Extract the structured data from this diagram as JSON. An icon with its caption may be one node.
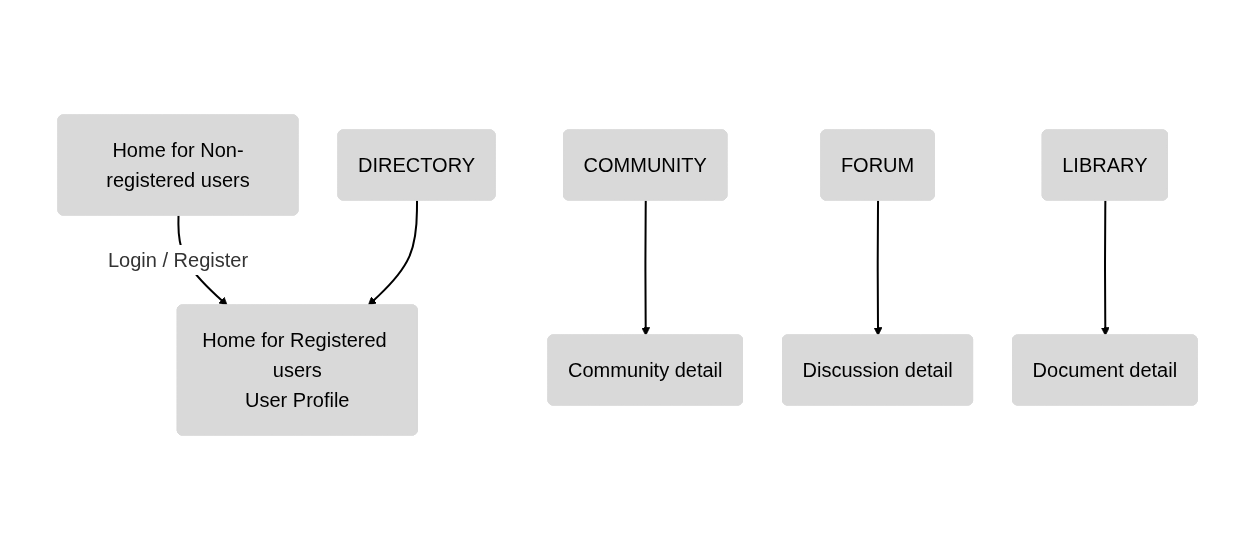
{
  "diagram": {
    "nodes": [
      {
        "text": [
          "Home for Non-registered users"
        ]
      },
      {
        "text": [
          "Home for Registered users",
          "User Profile"
        ]
      },
      {
        "text": [
          "COMMUNITY"
        ]
      },
      {
        "text": [
          "FORUM"
        ]
      },
      {
        "text": [
          "LIBRARY"
        ]
      },
      {
        "text": [
          "DIRECTORY"
        ]
      },
      {
        "text": [
          "Community detail"
        ]
      },
      {
        "text": [
          "Discussion detail"
        ]
      },
      {
        "text": [
          "Document detail"
        ]
      }
    ],
    "edges": [
      {
        "from": 0,
        "to": 1,
        "arrow": "to",
        "label": "Login / Register"
      },
      {
        "from": 2,
        "to": 6,
        "arrow": "to"
      },
      {
        "from": 3,
        "to": 7,
        "arrow": "to"
      },
      {
        "from": 4,
        "to": 8,
        "arrow": "to"
      },
      {
        "from": 5,
        "to": 1,
        "arrow": "to"
      }
    ]
  }
}
